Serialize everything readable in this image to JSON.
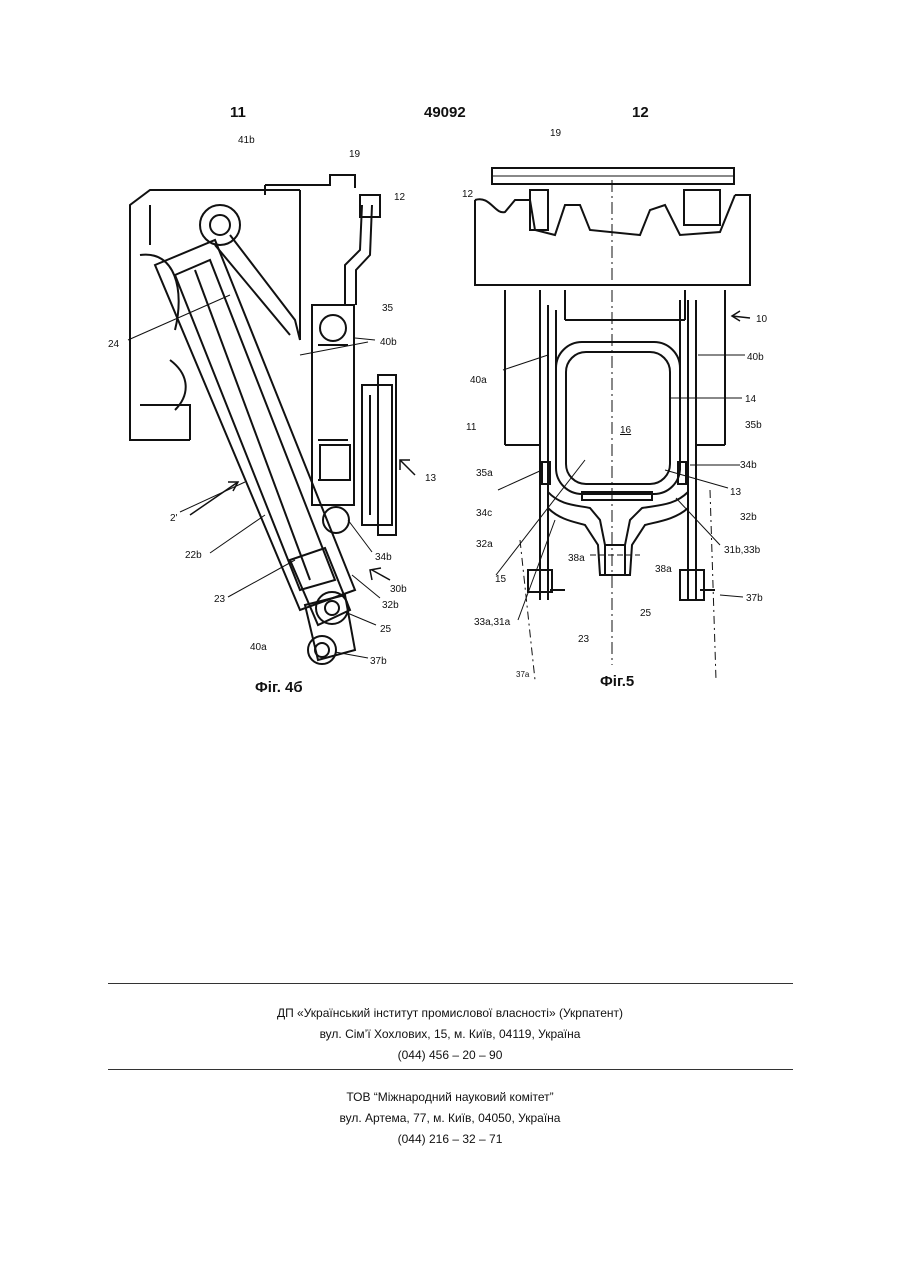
{
  "header": {
    "left": "11",
    "center": "49092",
    "right": "12"
  },
  "figures": [
    {
      "caption": "Фіг. 4б",
      "labels": [
        "41b",
        "19",
        "12",
        "35",
        "40b",
        "24",
        "13",
        "2'",
        "22b",
        "34b",
        "30b",
        "23",
        "32b",
        "25",
        "40a",
        "37b"
      ]
    },
    {
      "caption": "Фіг.5",
      "labels": [
        "19",
        "12",
        "10",
        "40b",
        "40a",
        "14",
        "11",
        "16",
        "35b",
        "35a",
        "34b",
        "13",
        "34c",
        "32b",
        "32a",
        "31b,33b",
        "38a",
        "15",
        "38a",
        "25",
        "23",
        "33a,31a",
        "37b",
        "37a"
      ]
    }
  ],
  "footer": {
    "org1": "ДП «Український інститут промислової власності» (Укрпатент)",
    "addr1": "вул. Сім’ї Хохлових, 15, м. Київ, 04119, Україна",
    "phone1": "(044) 456 – 20 – 90",
    "org2": "ТОВ “Міжнародний науковий комітет”",
    "addr2": "вул. Артема, 77, м. Київ, 04050, Україна",
    "phone2": "(044) 216 – 32 – 71"
  }
}
